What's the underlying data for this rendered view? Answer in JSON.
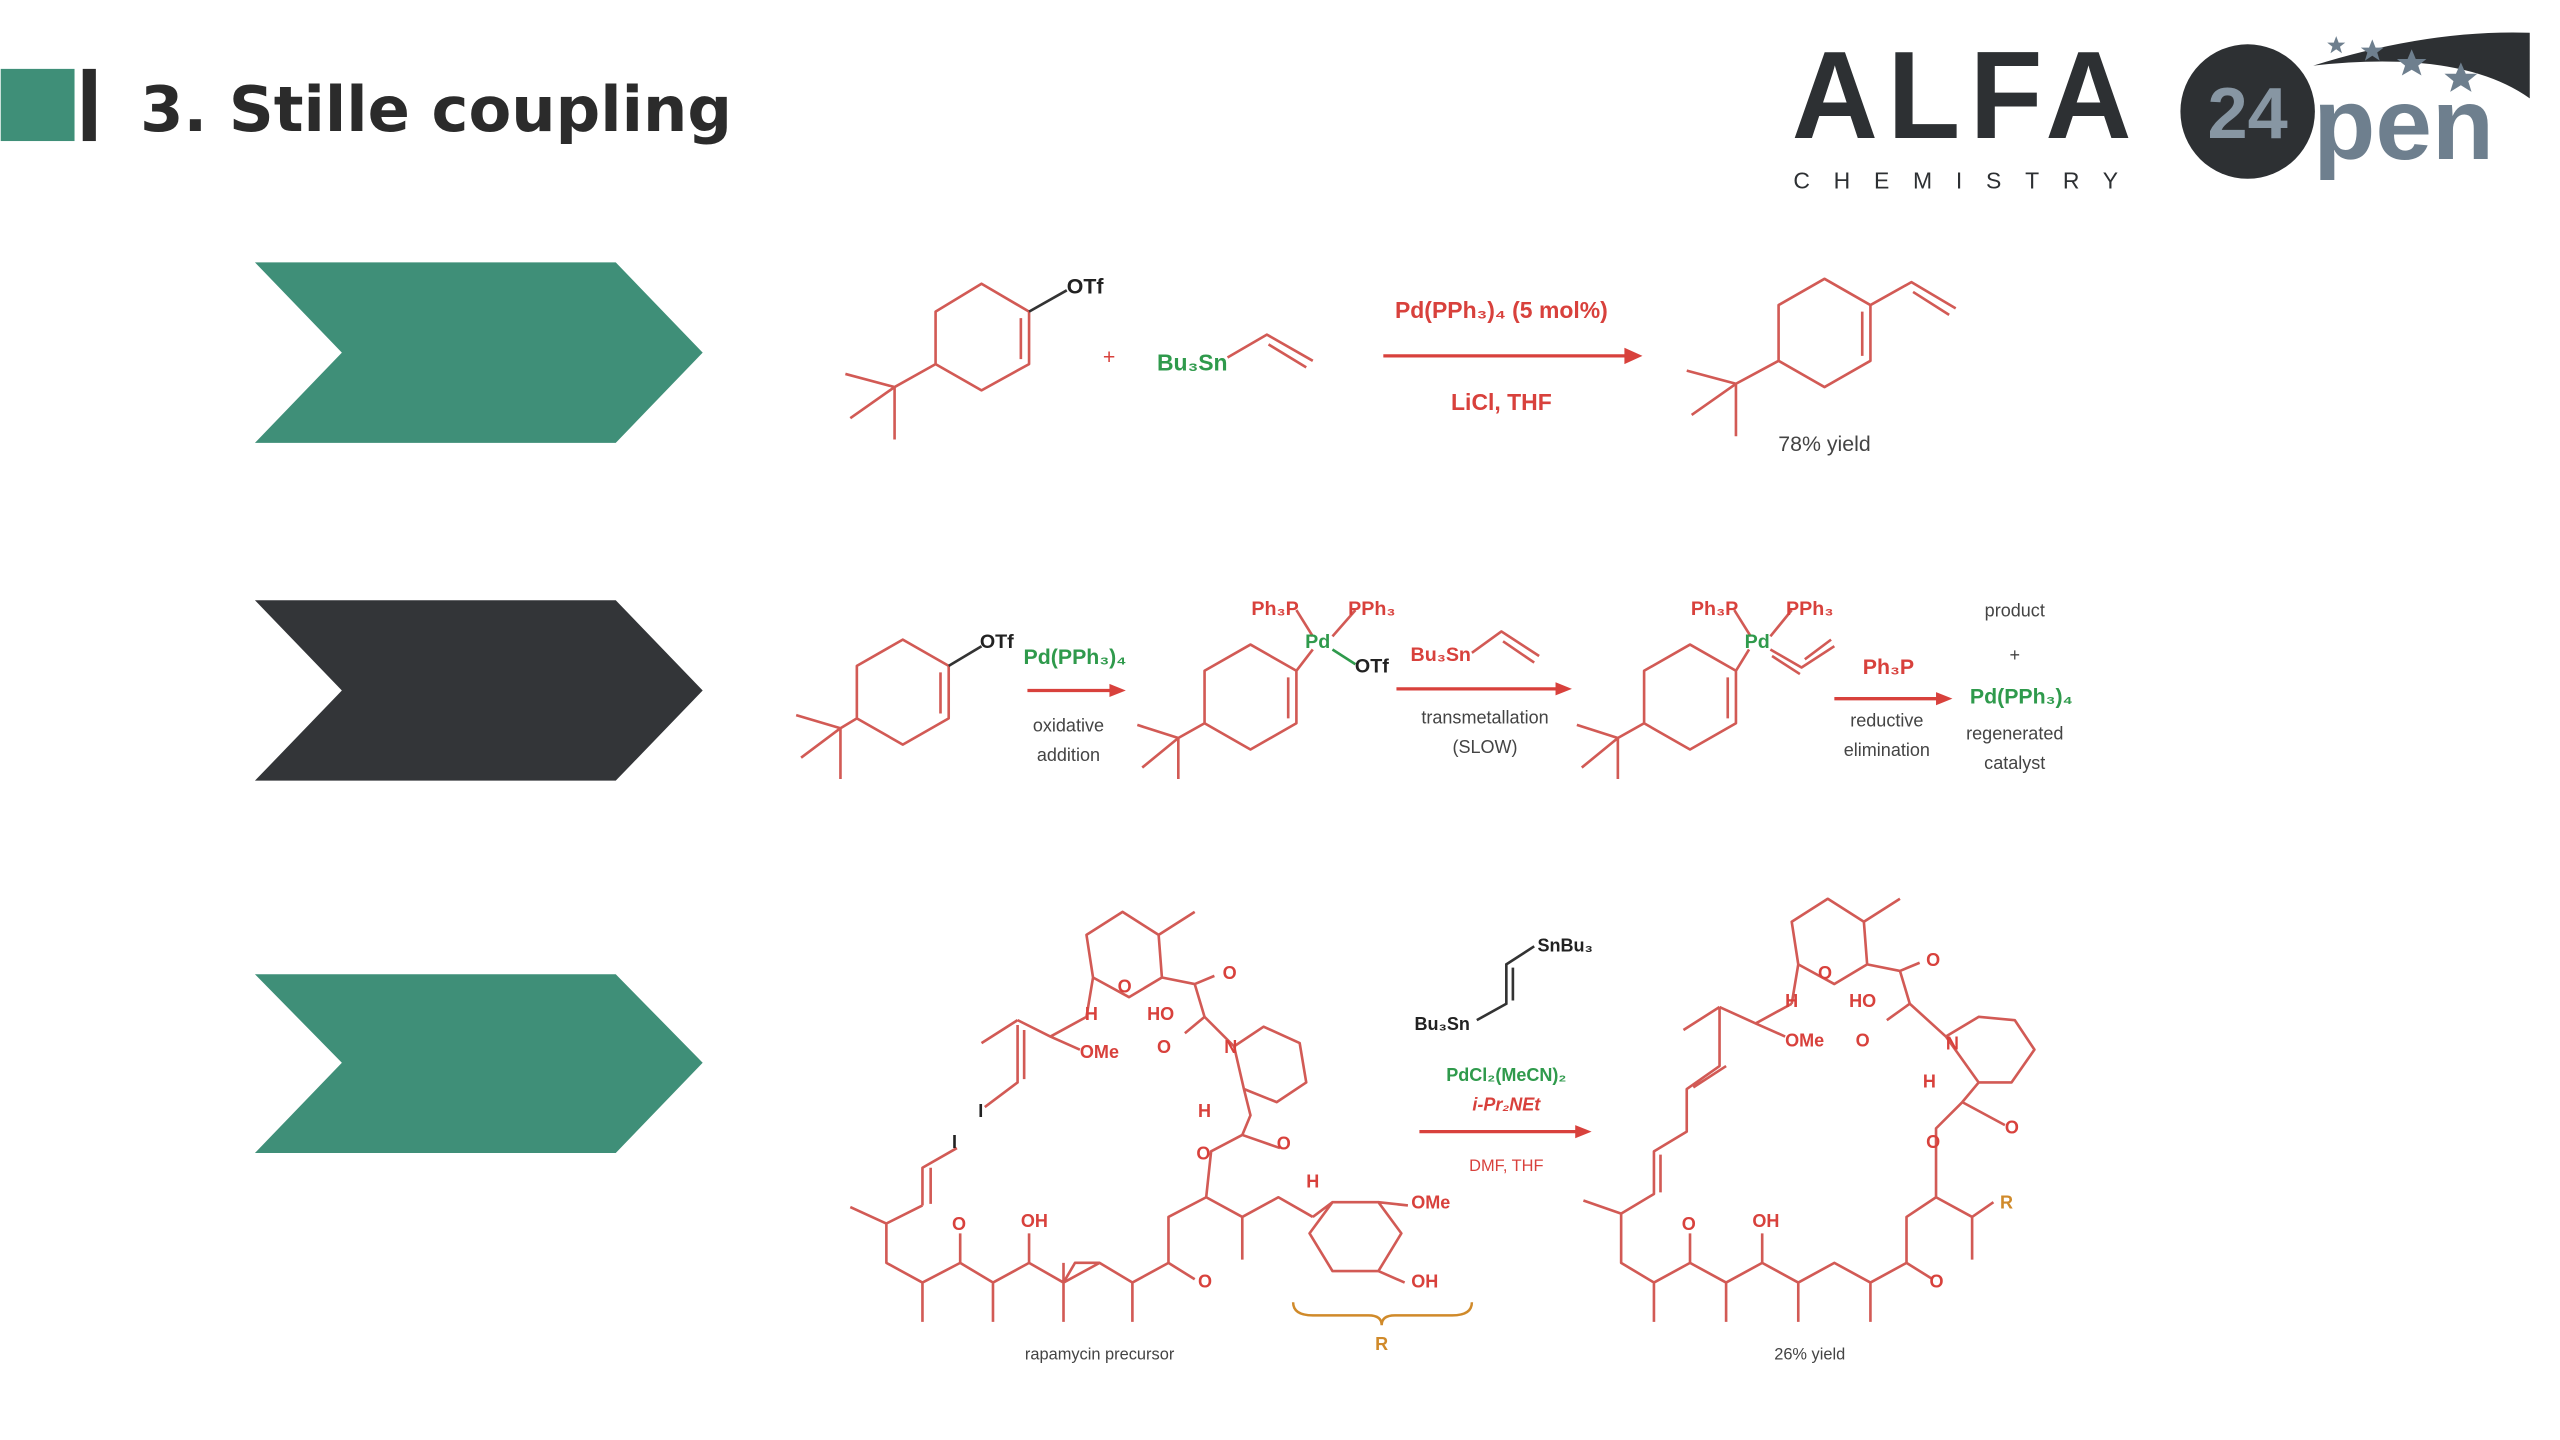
{
  "header": {
    "title": "3. Stille coupling"
  },
  "logo": {
    "brand": "ALFA",
    "sub": "CHEMISTRY",
    "badge_number": "24",
    "badge_text": "pen"
  },
  "colors": {
    "green": "#3f8f78",
    "dark": "#333538",
    "red": "#d8413c",
    "reagent_green": "#2f9a4c"
  },
  "row1": {
    "otf": "OTf",
    "plus": "+",
    "stannane": "Bu₃Sn",
    "reagent_top": "Pd(PPh₃)₄ (5 mol%)",
    "reagent_bottom": "LiCl, THF",
    "yield": "78% yield"
  },
  "row2": {
    "otf1": "OTf",
    "catalyst": "Pd(PPh₃)₄",
    "step1_line1": "oxidative",
    "step1_line2": "addition",
    "ligand_left": "Ph₃P",
    "ligand_right": "PPh₃",
    "pd": "Pd",
    "otf2": "OTf",
    "stannane": "Bu₃Sn",
    "step2_line1": "transmetallation",
    "step2_line2": "(SLOW)",
    "ligand_left2": "Ph₃P",
    "ligand_right2": "PPh₃",
    "pd2": "Pd",
    "leaving": "Ph₃P",
    "step3_line1": "reductive",
    "step3_line2": "elimination",
    "product": "product",
    "plus": "+",
    "regen_catalyst": "Pd(PPh₃)₄",
    "regen_line1": "regenerated",
    "regen_line2": "catalyst"
  },
  "row3": {
    "sm_labels": {
      "h": "H",
      "ho": "HO",
      "o_ring": "O",
      "o1": "O",
      "o2": "O",
      "ome": "OMe",
      "n": "N",
      "h2": "H",
      "o3": "O",
      "o4": "O",
      "i1": "I",
      "i2": "I",
      "o5": "O",
      "oh": "OH",
      "o6": "O",
      "h3": "H",
      "ome2": "OMe",
      "oh2": "OH"
    },
    "sm_name": "rapamycin precursor",
    "r_label": "R",
    "stannane_top": "SnBu₃",
    "stannane_bottom": "Bu₃Sn",
    "reagent1": "PdCl₂(MeCN)₂",
    "reagent2": "i-Pr₂NEt",
    "solvent": "DMF, THF",
    "prod_labels": {
      "h": "H",
      "ho": "HO",
      "o_ring": "O",
      "o1": "O",
      "o2": "O",
      "ome": "OMe",
      "n": "N",
      "h2": "H",
      "o3": "O",
      "o4": "O",
      "o5": "O",
      "oh": "OH",
      "o6": "O",
      "r": "R"
    },
    "yield": "26% yield"
  }
}
